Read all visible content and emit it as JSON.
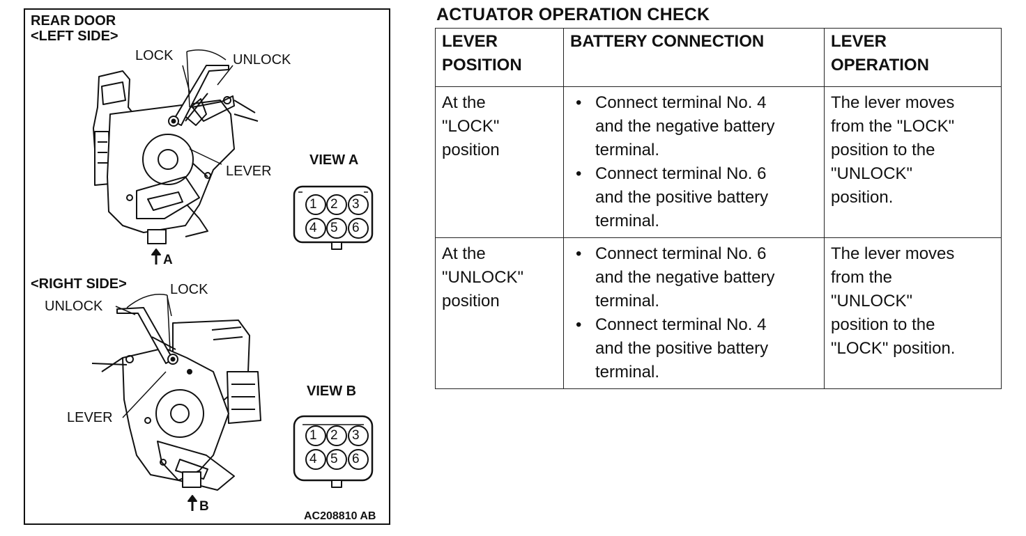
{
  "figure": {
    "title_line1": "REAR DOOR",
    "title_line2": "<LEFT SIDE>",
    "left_side": {
      "lock": "LOCK",
      "unlock": "UNLOCK",
      "lever": "LEVER",
      "view": "VIEW A",
      "arrow_label": "A"
    },
    "right_side_title": "<RIGHT SIDE>",
    "right_side": {
      "lock": "LOCK",
      "unlock": "UNLOCK",
      "lever": "LEVER",
      "view": "VIEW B",
      "arrow_label": "B"
    },
    "connector_pins": [
      "1",
      "2",
      "3",
      "4",
      "5",
      "6"
    ],
    "figure_code": "AC208810 AB"
  },
  "table": {
    "title": "ACTUATOR OPERATION CHECK",
    "headers": {
      "lever_position": [
        "LEVER",
        "POSITION"
      ],
      "battery_connection": "BATTERY CONNECTION",
      "lever_operation": [
        "LEVER",
        "OPERATION"
      ]
    },
    "rows": [
      {
        "position": [
          "At the",
          "\"LOCK\"",
          "position"
        ],
        "connections": [
          [
            "Connect terminal No. 4",
            "and the negative battery",
            "terminal."
          ],
          [
            "Connect terminal No. 6",
            "and the positive battery",
            "terminal."
          ]
        ],
        "operation": [
          "The lever moves",
          "from the \"LOCK\"",
          "position to the",
          "\"UNLOCK\"",
          "position."
        ]
      },
      {
        "position": [
          "At the",
          "\"UNLOCK\"",
          "position"
        ],
        "connections": [
          [
            "Connect terminal No. 6",
            "and the negative battery",
            "terminal."
          ],
          [
            "Connect terminal No. 4",
            "and the positive battery",
            "terminal."
          ]
        ],
        "operation": [
          "The lever moves",
          "from the",
          "\"UNLOCK\"",
          "position to the",
          "\"LOCK\" position."
        ]
      }
    ]
  }
}
